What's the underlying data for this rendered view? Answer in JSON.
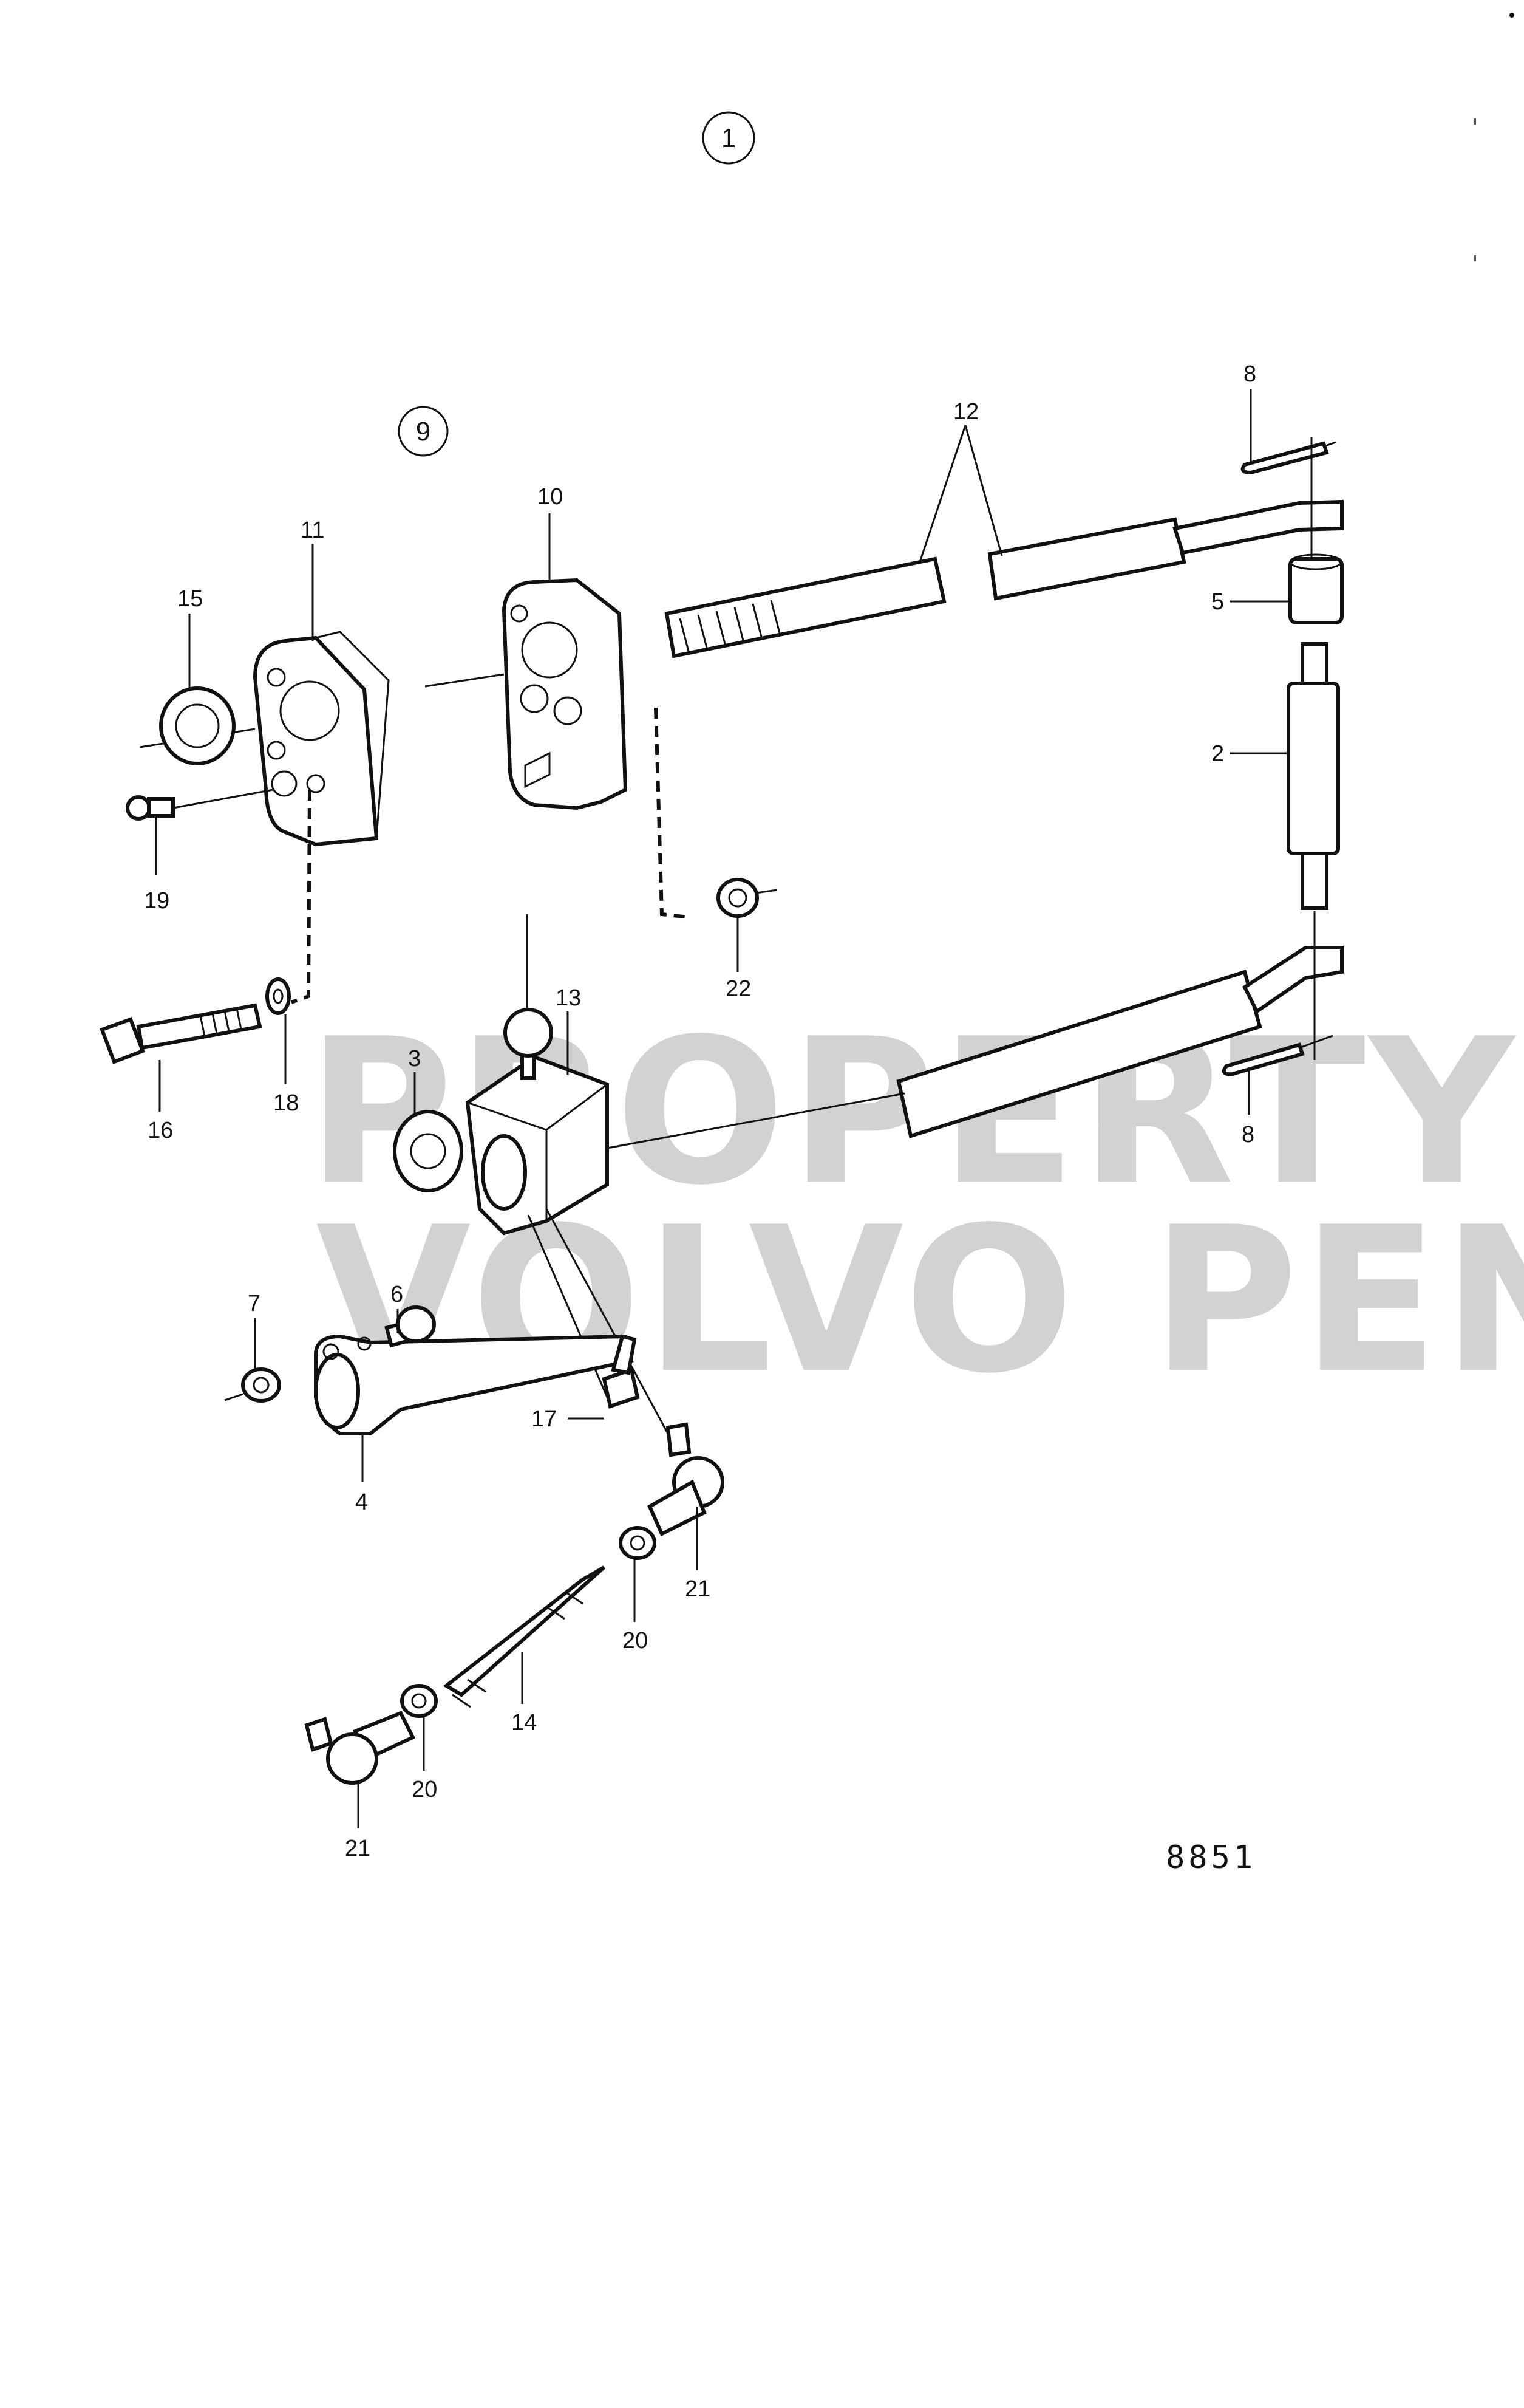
{
  "header": {
    "circle_label": "1"
  },
  "group_marker": "9",
  "figure_number": "8851",
  "watermark": {
    "line1": "PROPERTY OF",
    "line2": "VOLVO PENTA"
  },
  "callouts": [
    {
      "id": "c12",
      "text": "12"
    },
    {
      "id": "c8a",
      "text": "8"
    },
    {
      "id": "c10",
      "text": "10"
    },
    {
      "id": "c11",
      "text": "11"
    },
    {
      "id": "c15",
      "text": "15"
    },
    {
      "id": "c5",
      "text": "5"
    },
    {
      "id": "c2",
      "text": "2"
    },
    {
      "id": "c19",
      "text": "19"
    },
    {
      "id": "c22",
      "text": "22"
    },
    {
      "id": "c13",
      "text": "13"
    },
    {
      "id": "c3",
      "text": "3"
    },
    {
      "id": "c16",
      "text": "16"
    },
    {
      "id": "c18",
      "text": "18"
    },
    {
      "id": "c8b",
      "text": "8"
    },
    {
      "id": "c6",
      "text": "6"
    },
    {
      "id": "c7",
      "text": "7"
    },
    {
      "id": "c17",
      "text": "17"
    },
    {
      "id": "c4",
      "text": "4"
    },
    {
      "id": "c21a",
      "text": "21"
    },
    {
      "id": "c20a",
      "text": "20"
    },
    {
      "id": "c14",
      "text": "14"
    },
    {
      "id": "c20b",
      "text": "20"
    },
    {
      "id": "c21b",
      "text": "21"
    }
  ]
}
